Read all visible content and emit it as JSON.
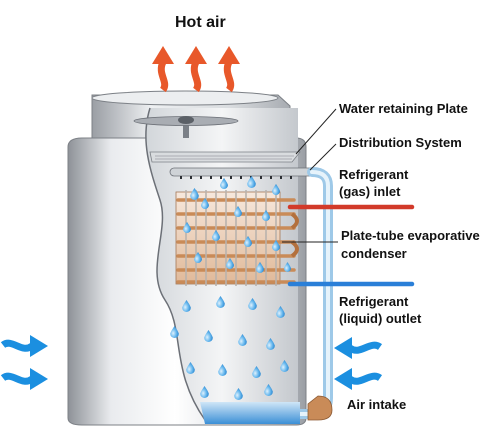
{
  "labels": {
    "hot_air": "Hot air",
    "water_retaining_plate": "Water retaining Plate",
    "distribution_system": "Distribution System",
    "refrigerant_gas_inlet_line1": "Refrigerant",
    "refrigerant_gas_inlet_line2": "(gas) inlet",
    "condenser_line1": "Plate-tube evaporative",
    "condenser_line2": "condenser",
    "refrigerant_liquid_outlet_line1": "Refrigerant",
    "refrigerant_liquid_outlet_line2": "(liquid) outlet",
    "air_intake": "Air intake"
  },
  "icons": {
    "hot_air_arrows": "hot-air-arrow-icon",
    "air_intake_arrows": "air-intake-arrow-icon",
    "water_droplets": "water-droplet-icon",
    "fan": "fan-icon"
  },
  "colors": {
    "hot_air": "#e8582a",
    "air_intake": "#1b8fe0",
    "gas_pipe": "#d23a2a",
    "liquid_pipe": "#2a7fd8",
    "water": "#4aa6e6",
    "water_pipe": "#b8dcf2",
    "copper": "#c98b58",
    "casing": "#c9ccd1"
  }
}
